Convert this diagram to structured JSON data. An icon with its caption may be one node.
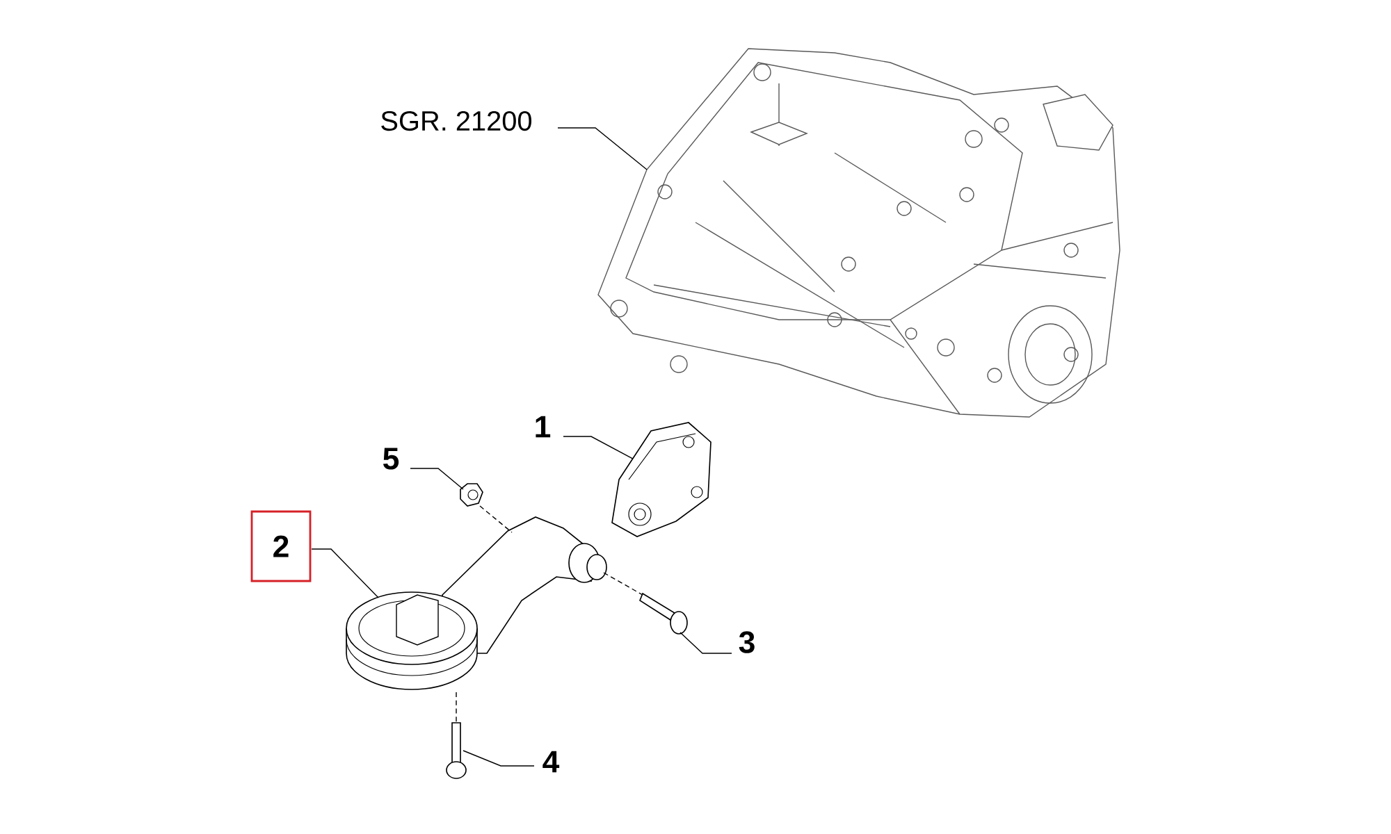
{
  "diagram": {
    "nodes": [
      {
        "text": [
          "SGR. 21200"
        ]
      },
      {
        "text": [],
        "shape": "picture"
      },
      {
        "text": [
          "1"
        ]
      },
      {
        "text": [],
        "shape": "picture"
      },
      {
        "text": [
          "5"
        ]
      },
      {
        "text": [],
        "shape": "picture"
      },
      {
        "text": [
          "2"
        ]
      },
      {
        "text": [],
        "shape": "picture"
      },
      {
        "text": [
          "3"
        ]
      },
      {
        "text": [],
        "shape": "picture"
      },
      {
        "text": [
          "4"
        ]
      },
      {
        "text": [],
        "shape": "picture"
      }
    ],
    "edges": [
      {
        "from": 0,
        "to": 1,
        "arrow": "none"
      },
      {
        "from": 2,
        "to": 3,
        "arrow": "none"
      },
      {
        "from": 4,
        "to": 5,
        "arrow": "none"
      },
      {
        "from": 6,
        "to": 7,
        "arrow": "none"
      },
      {
        "from": 8,
        "to": 9,
        "arrow": "none"
      },
      {
        "from": 10,
        "to": 11,
        "arrow": "none"
      },
      {
        "from": 5,
        "to": 7,
        "arrow": "none",
        "style": "dashed"
      },
      {
        "from": 7,
        "to": 9,
        "arrow": "none",
        "style": "dashed"
      },
      {
        "from": 7,
        "to": 11,
        "arrow": "none",
        "style": "dashed"
      }
    ]
  }
}
